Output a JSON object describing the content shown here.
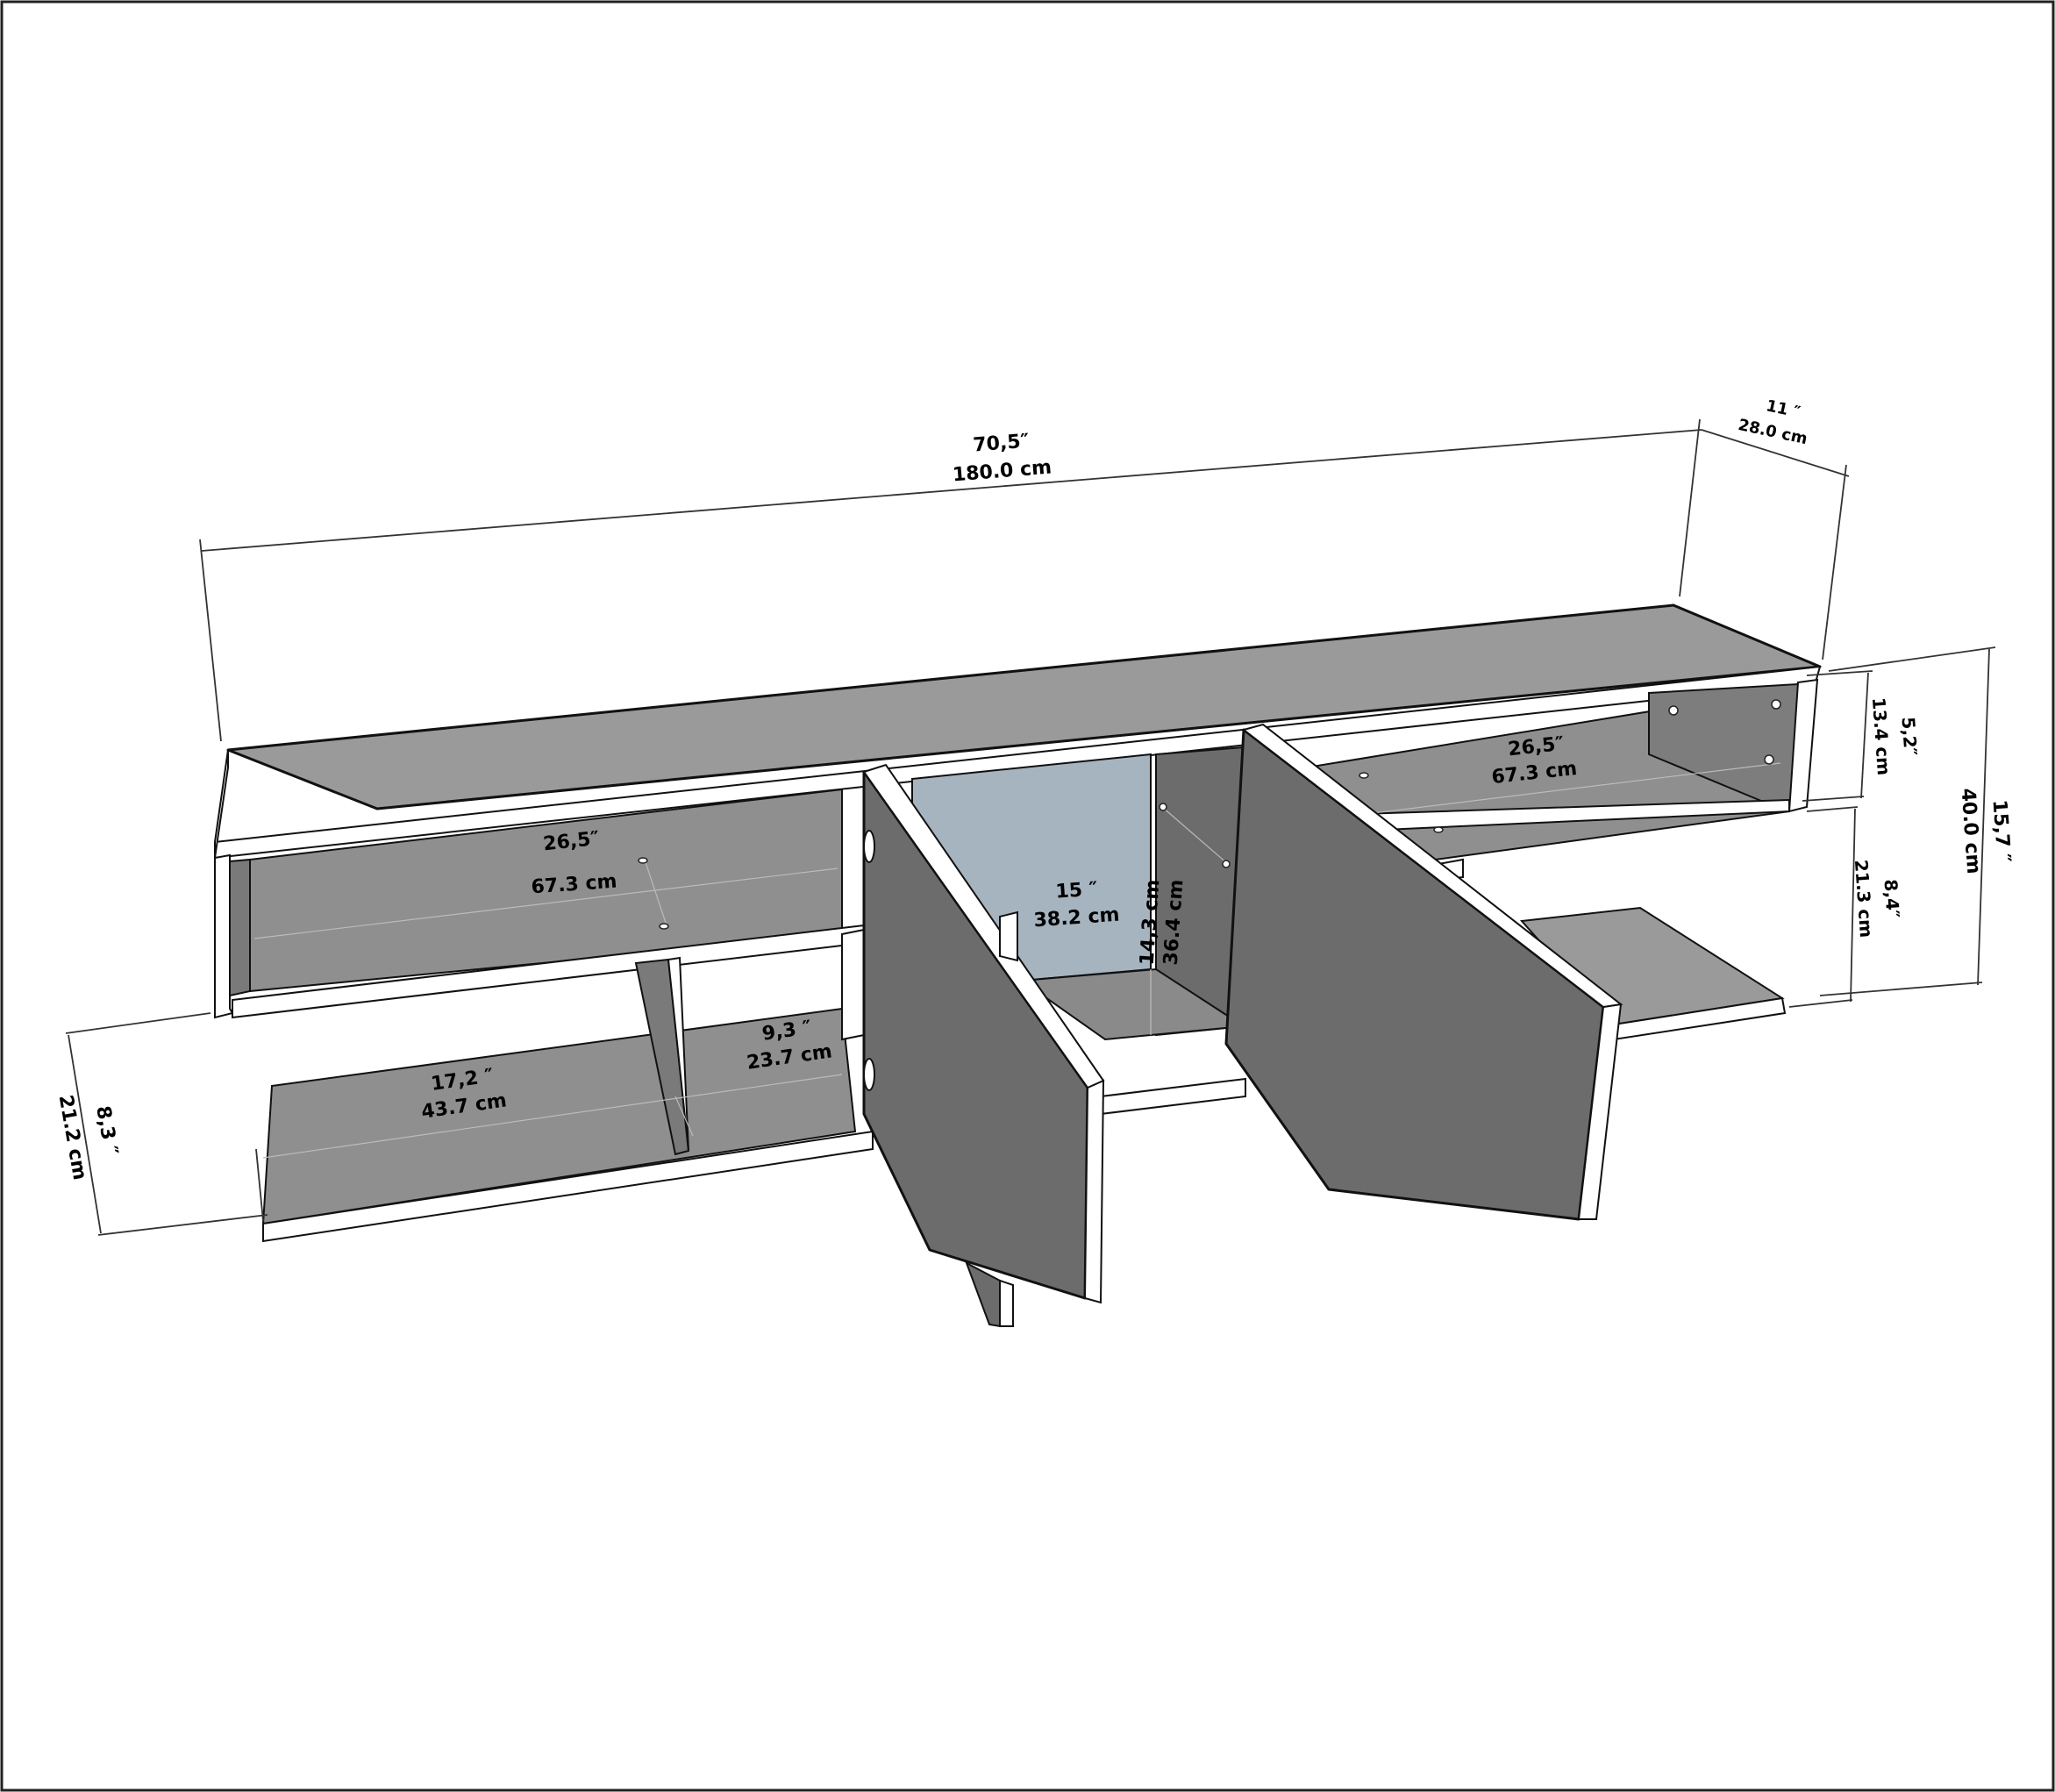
{
  "dimensions": {
    "width": {
      "inch": "70,5″",
      "cm": "180.0 cm"
    },
    "depth": {
      "inch": "11 ″",
      "cm": "28.0 cm"
    },
    "total_height": {
      "inch": "15,7 ″",
      "cm": "40.0 cm"
    },
    "top_right_height": {
      "inch": "5,2″",
      "cm": "13.4 cm"
    },
    "right_lower_height": {
      "inch": "8,4″",
      "cm": "21.3 cm"
    },
    "top_left_shelf": {
      "inch": "26,5″",
      "cm": "67.3 cm"
    },
    "top_right_shelf": {
      "inch": "26,5″",
      "cm": "67.3 cm"
    },
    "center_width": {
      "inch": "15 ″",
      "cm": "38.2 cm"
    },
    "center_height": {
      "inch": "14,3 cm",
      "cm": "36.4 cm"
    },
    "lower_left_shelf": {
      "inch": "17,2 ″",
      "cm": "43.7 cm"
    },
    "lower_small_shelf": {
      "inch": "9,3 ″",
      "cm": "23.7 cm"
    },
    "left_height": {
      "inch": "8,3 ″",
      "cm": "21.2 cm"
    }
  },
  "colors": {
    "panel_top": "#9a9a9a",
    "panel_dark": "#6c6c6c",
    "panel_mid": "#8a8a8a",
    "edge_white": "#ffffff",
    "back_blue": "#a6b4c0",
    "outline": "#111111"
  }
}
